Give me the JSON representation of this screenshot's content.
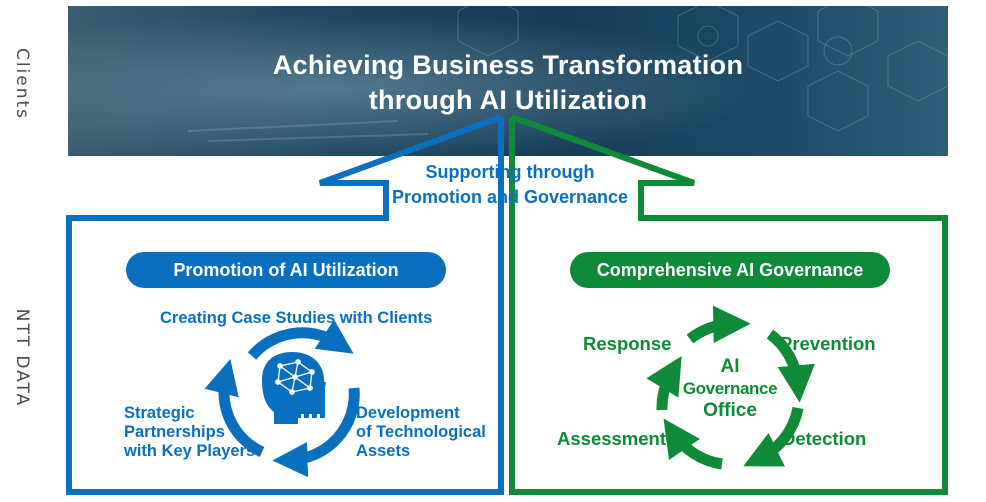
{
  "side_labels": {
    "clients": "Clients",
    "ntt_data": "NTT DATA"
  },
  "banner": {
    "title_line1": "Achieving Business Transformation",
    "title_line2": "through AI Utilization"
  },
  "support": {
    "line1": "Supporting through",
    "line2": "Promotion and Governance"
  },
  "promotion": {
    "header": "Promotion of AI Utilization",
    "cycle": {
      "top": "Creating Case Studies with Clients",
      "right": "Development\nof Technological\nAssets",
      "left": "Strategic\nPartnerships\nwith Key Players"
    }
  },
  "governance": {
    "header": "Comprehensive AI Governance",
    "center_line1": "AI",
    "center_line2": "Governance",
    "center_line3": "Office",
    "cycle": {
      "top_left": "Response",
      "top_right": "Prevention",
      "bottom_left": "Assessment",
      "bottom_right": "Detection"
    }
  },
  "colors": {
    "blue": "#0b6fbf",
    "green": "#0f8a38",
    "banner": "#1d4560"
  },
  "icons": [
    "ai-head-icon",
    "bar-chart-icon",
    "cycle-arrows-icon"
  ]
}
